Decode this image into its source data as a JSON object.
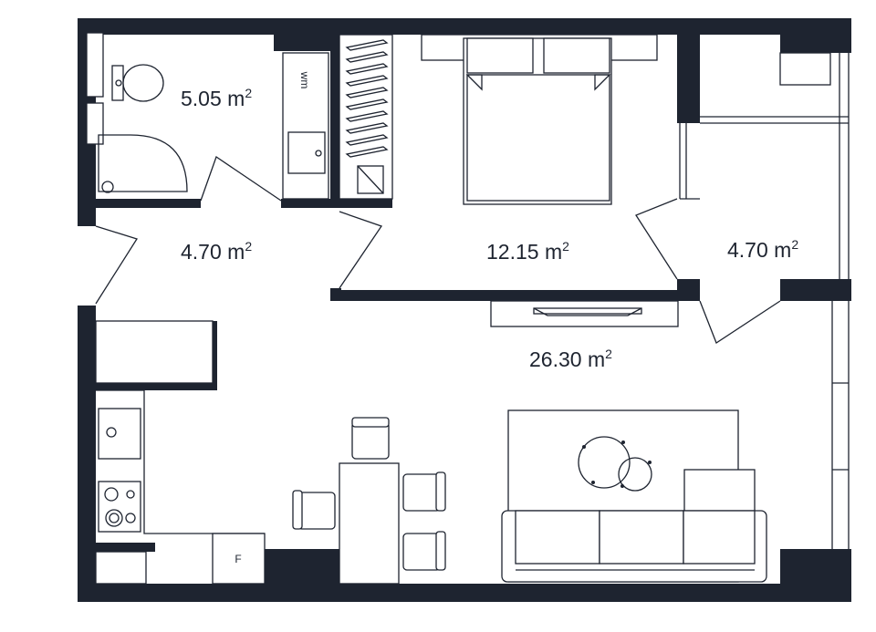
{
  "colors": {
    "wall": "#1e2430",
    "background": "#ffffff"
  },
  "rooms": {
    "bathroom": {
      "value": "5.05 m",
      "sup": "2"
    },
    "hall": {
      "value": "4.70 m",
      "sup": "2"
    },
    "bedroom": {
      "value": "12.15 m",
      "sup": "2"
    },
    "balcony": {
      "value": "4.70 m",
      "sup": "2"
    },
    "living": {
      "value": "26.30 m",
      "sup": "2"
    }
  },
  "fixtures": {
    "washing_machine": "wm",
    "fridge": "F"
  }
}
